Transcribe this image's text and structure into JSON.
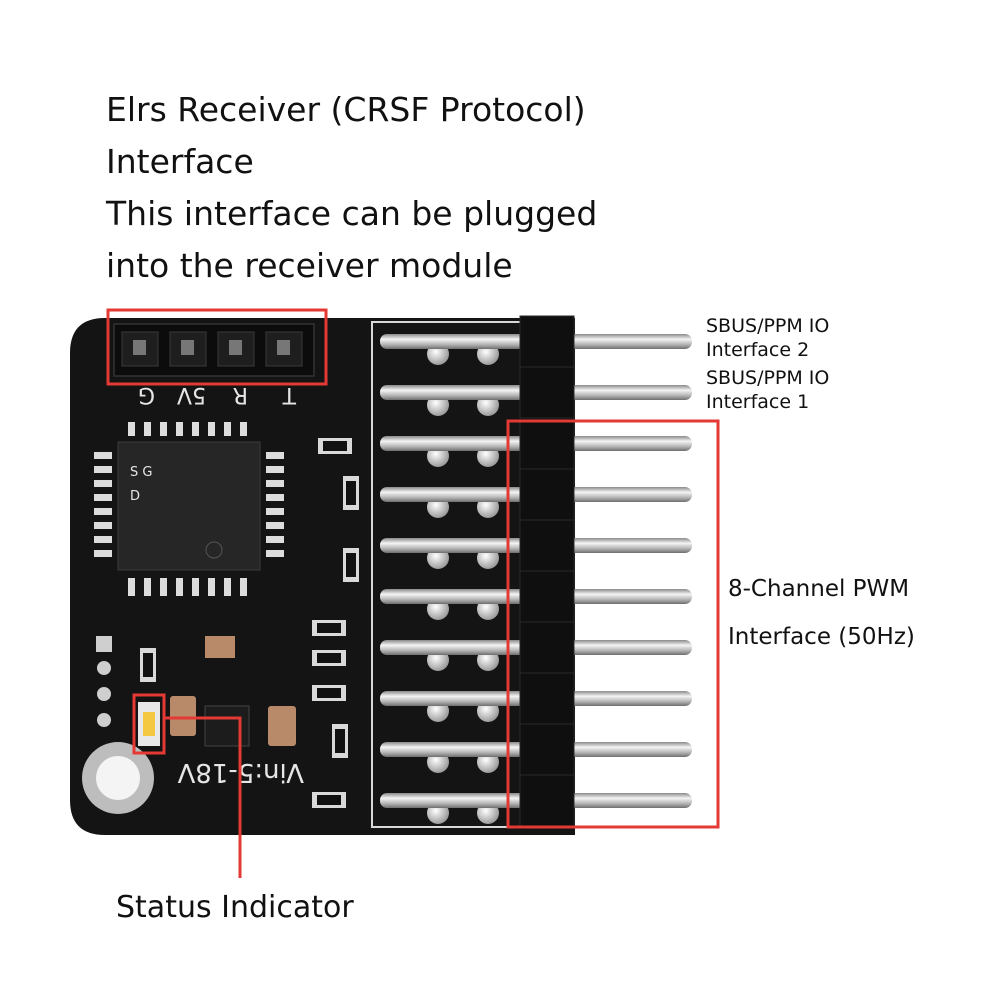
{
  "title": {
    "line1": "Elrs Receiver (CRSF Protocol)",
    "line2": "Interface",
    "line3": "This interface can be plugged",
    "line4": "into the receiver module"
  },
  "labels": {
    "sbus2_line1": "SBUS/PPM IO",
    "sbus2_line2": "Interface 2",
    "sbus1_line1": "SBUS/PPM IO",
    "sbus1_line2": "Interface 1",
    "pwm_line1": "8-Channel PWM",
    "pwm_line2": "Interface (50Hz)",
    "status": "Status Indicator"
  },
  "silkscreen": {
    "header_pins": [
      "G",
      "5V",
      "R",
      "T"
    ],
    "voltage": "Vin:5-18V"
  },
  "colors": {
    "highlight": "#e53935",
    "board": "#141414",
    "pin_metal": "#c8c8c8"
  },
  "pin_rows": 10
}
